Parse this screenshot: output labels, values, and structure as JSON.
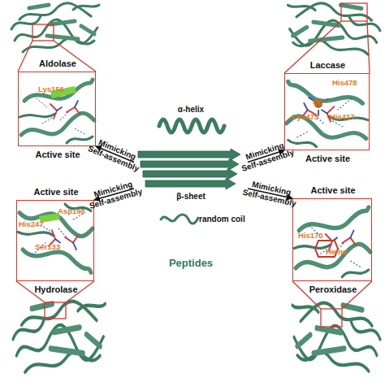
{
  "diagram": {
    "nodes": [
      {
        "text": [
          "Aldolase",
          "Lys156",
          "Active site"
        ]
      },
      {
        "text": [
          "Laccase",
          "His478",
          "Cu²⁺",
          "Cys473",
          "His417",
          "Active site"
        ]
      },
      {
        "text": [
          "Active site",
          "Asp198",
          "His247",
          "Ser133",
          "Hydrolase"
        ]
      },
      {
        "text": [
          "Active site",
          "His170",
          "Heme",
          "Peroxidase"
        ]
      },
      {
        "text": [
          "α-helix",
          "β-sheet",
          "random coil",
          "Peptides"
        ]
      }
    ],
    "edges": [
      {
        "from": 4,
        "to": 0,
        "arrow": "to",
        "label": "Mimicking Self-assembly"
      },
      {
        "from": 4,
        "to": 1,
        "arrow": "to",
        "label": "Mimicking Self-assembly"
      },
      {
        "from": 4,
        "to": 2,
        "arrow": "to",
        "label": "Mimicking Self-assembly"
      },
      {
        "from": 4,
        "to": 3,
        "arrow": "to",
        "label": "Mimicking Self-assembly"
      }
    ]
  }
}
